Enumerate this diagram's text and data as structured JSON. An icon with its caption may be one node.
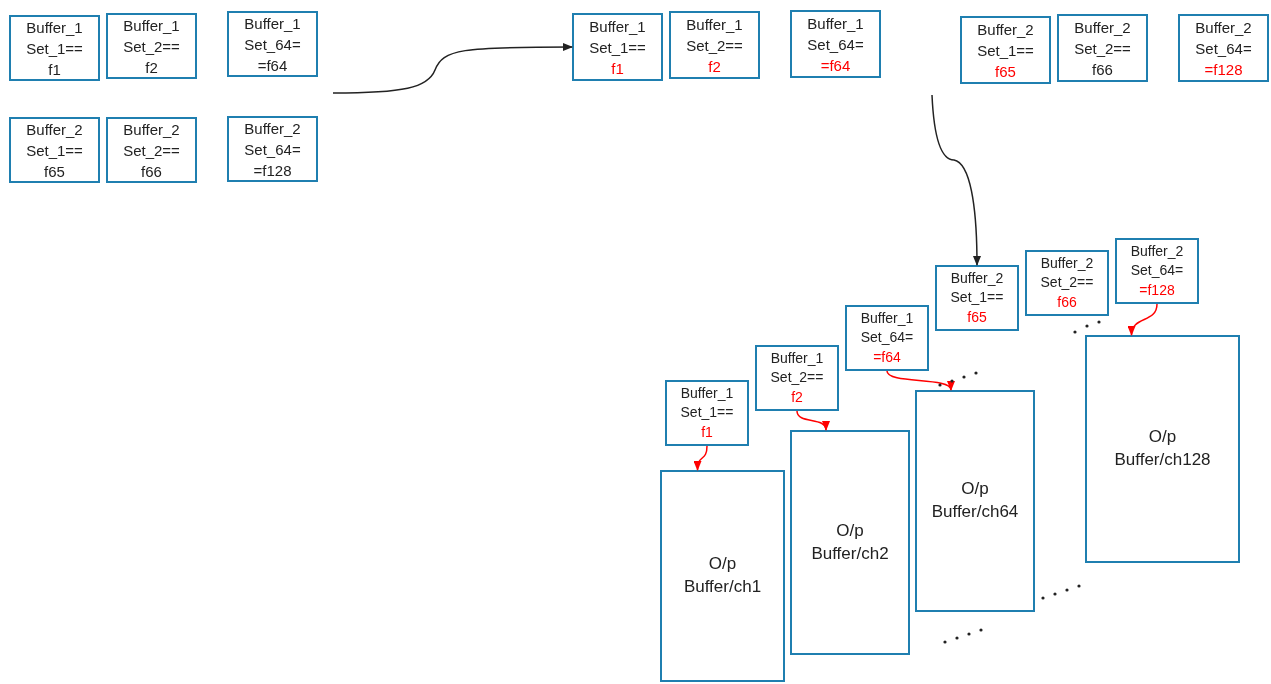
{
  "diagram": {
    "nodes": [
      {
        "text": [
          "Buffer_1 Set_1==",
          "f1"
        ]
      },
      {
        "text": [
          "Buffer_1 Set_2==",
          "f2"
        ]
      },
      {
        "text": [
          "Buffer_1 Set_64=",
          "=f64"
        ]
      },
      {
        "text": [
          "Buffer_2 Set_1==",
          "f65"
        ]
      },
      {
        "text": [
          "Buffer_2 Set_2==",
          "f66"
        ]
      },
      {
        "text": [
          "Buffer_2 Set_64=",
          "=f128"
        ]
      },
      {
        "text": [
          "Buffer_1 Set_1==",
          "f1"
        ]
      },
      {
        "text": [
          "Buffer_1 Set_2==",
          "f2"
        ]
      },
      {
        "text": [
          "Buffer_1 Set_64=",
          "=f64"
        ]
      },
      {
        "text": [
          "Buffer_2 Set_1==",
          "f65"
        ]
      },
      {
        "text": [
          "Buffer_2 Set_2==",
          "f66"
        ]
      },
      {
        "text": [
          "Buffer_2 Set_64=",
          "=f128"
        ]
      },
      {
        "text": [
          "Buffer_1 Set_1==",
          "f1"
        ]
      },
      {
        "text": [
          "Buffer_1 Set_2==",
          "f2"
        ]
      },
      {
        "text": [
          "Buffer_1 Set_64=",
          "=f64"
        ]
      },
      {
        "text": [
          "Buffer_2 Set_1==",
          "f65"
        ]
      },
      {
        "text": [
          "Buffer_2 Set_2==",
          "f66"
        ]
      },
      {
        "text": [
          "Buffer_2 Set_64=",
          "=f128"
        ]
      },
      {
        "text": [
          "O/p Buffer/ch1"
        ]
      },
      {
        "text": [
          "O/p Buffer/ch2"
        ]
      },
      {
        "text": [
          "O/p Buffer/ch64"
        ]
      },
      {
        "text": [
          "O/p Buffer/ch128"
        ]
      }
    ],
    "edges": [
      {
        "from": null,
        "to": 6,
        "arrow": "to",
        "color": "#222222"
      },
      {
        "from": null,
        "to": 15,
        "arrow": "to",
        "color": "#222222"
      },
      {
        "from": 12,
        "to": 18,
        "arrow": "to"
      },
      {
        "from": 13,
        "to": 19,
        "arrow": "to"
      },
      {
        "from": 14,
        "to": 20,
        "arrow": "to"
      },
      {
        "from": 17,
        "to": 21,
        "arrow": "to"
      }
    ]
  }
}
